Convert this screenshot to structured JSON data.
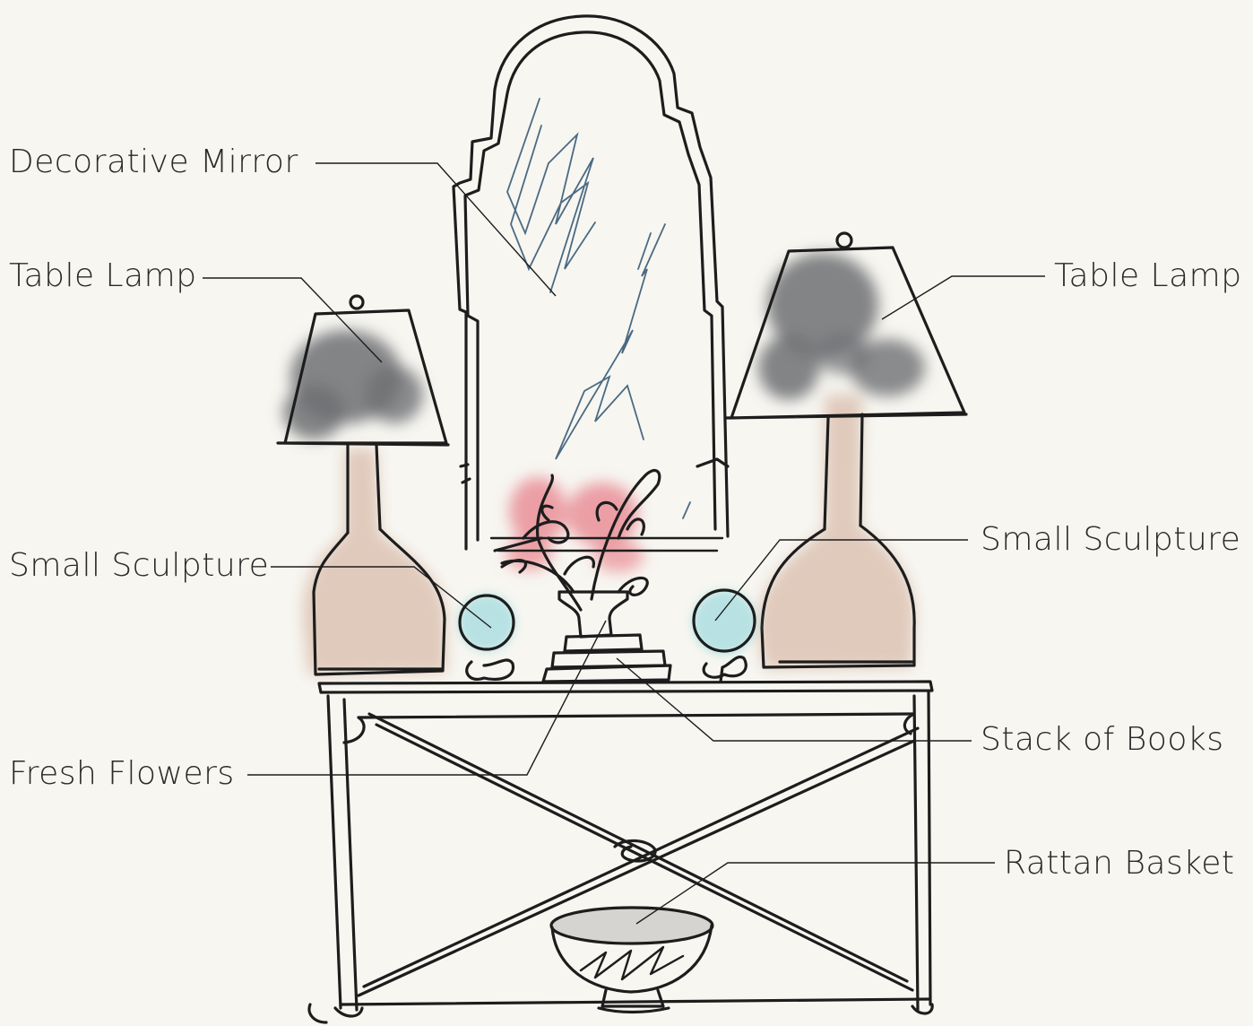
{
  "labels": {
    "decorative_mirror": "Decorative Mirror",
    "table_lamp_left": "Table Lamp",
    "table_lamp_right": "Table Lamp",
    "small_sculpture_left": "Small Sculpture",
    "small_sculpture_right": "Small Sculpture",
    "fresh_flowers": "Fresh Flowers",
    "stack_of_books": "Stack of Books",
    "rattan_basket": "Rattan Basket"
  },
  "colors": {
    "background": "#f7f6f1",
    "ink": "#1d1d1d",
    "lamp_shade_wash": "#6e7073",
    "lamp_base_wash": "#dcc2b3",
    "flowers_wash": "#e98a92",
    "sculpture_wash": "#a9dde0",
    "basket_wash": "#d6d4d0",
    "mirror_reflection": "#4b6a82"
  }
}
